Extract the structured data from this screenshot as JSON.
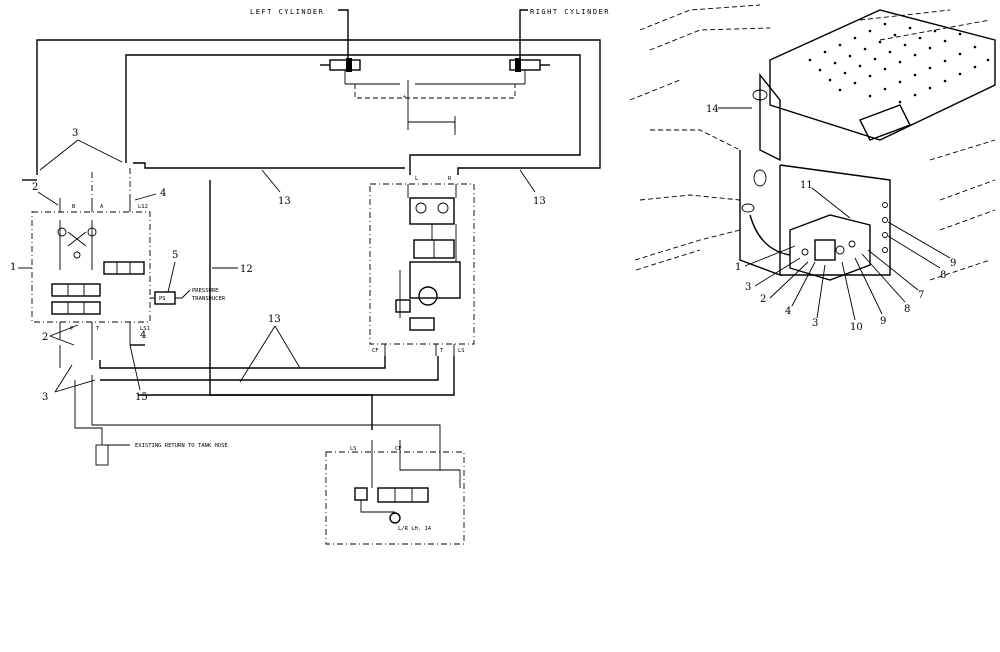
{
  "labels": {
    "left_cylinder": "LEFT CYLINDER",
    "right_cylinder": "RIGHT CYLINDER",
    "pressure_transducer_1": "PRESSURE",
    "pressure_transducer_2": "TRANSDUCER",
    "ps": "PS",
    "existing_return": "EXISTING RETURN TO TANK HOSE",
    "port_b": "B",
    "port_a": "A",
    "port_p": "P",
    "port_t": "T",
    "port_ls2": "LS2",
    "port_ls1": "LS1",
    "port_l": "L",
    "port_r": "R",
    "port_cf": "CF",
    "port_t2": "T",
    "port_ls": "LS",
    "lower_ls": "LS",
    "lower_cf": "CF",
    "lower_box": "L/R LH. 14"
  },
  "callouts_schematic": [
    "3",
    "2",
    "4",
    "1",
    "5",
    "12",
    "13",
    "13",
    "13",
    "2",
    "4",
    "3",
    "15"
  ],
  "callouts_iso": [
    "14",
    "11",
    "1",
    "3",
    "2",
    "4",
    "3",
    "10",
    "9",
    "8",
    "7",
    "8",
    "9"
  ]
}
